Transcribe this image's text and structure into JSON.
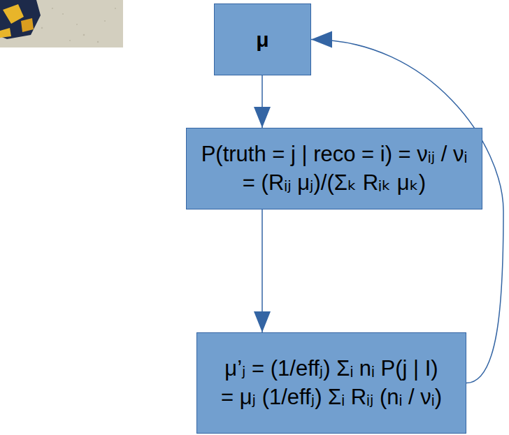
{
  "diagram": {
    "nodes": [
      {
        "text": [
          "μ"
        ]
      },
      {
        "text": [
          "P(truth = j | reco = i) = νᵢⱼ / νᵢ = (Rᵢⱼ μⱼ)/(Σₖ Rᵢₖ μₖ)"
        ]
      },
      {
        "text": [
          "μ’ⱼ = (1/effⱼ) Σᵢ nᵢ P(j | I) = μⱼ (1/effⱼ) Σᵢ Rᵢⱼ (nᵢ / νᵢ)"
        ]
      }
    ],
    "edges": [
      {
        "from": 0,
        "to": 1,
        "arrow": "to"
      },
      {
        "from": 1,
        "to": 2,
        "arrow": "to"
      },
      {
        "from": 2,
        "to": 0,
        "arrow": "to"
      }
    ]
  }
}
